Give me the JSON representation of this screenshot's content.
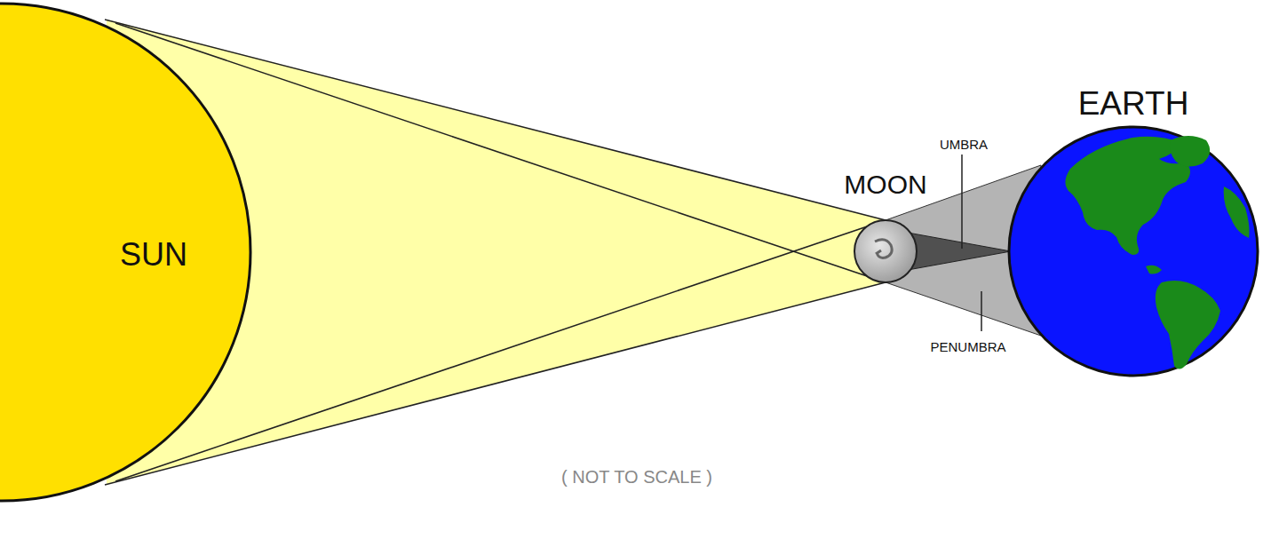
{
  "diagram": {
    "nodes": [
      {
        "text": [
          "SUN"
        ]
      },
      {
        "text": [
          "MOON"
        ]
      },
      {
        "text": [
          "EARTH"
        ]
      }
    ],
    "labels": [
      "UMBRA",
      "PENUMBRA",
      "( NOT TO SCALE )"
    ]
  }
}
